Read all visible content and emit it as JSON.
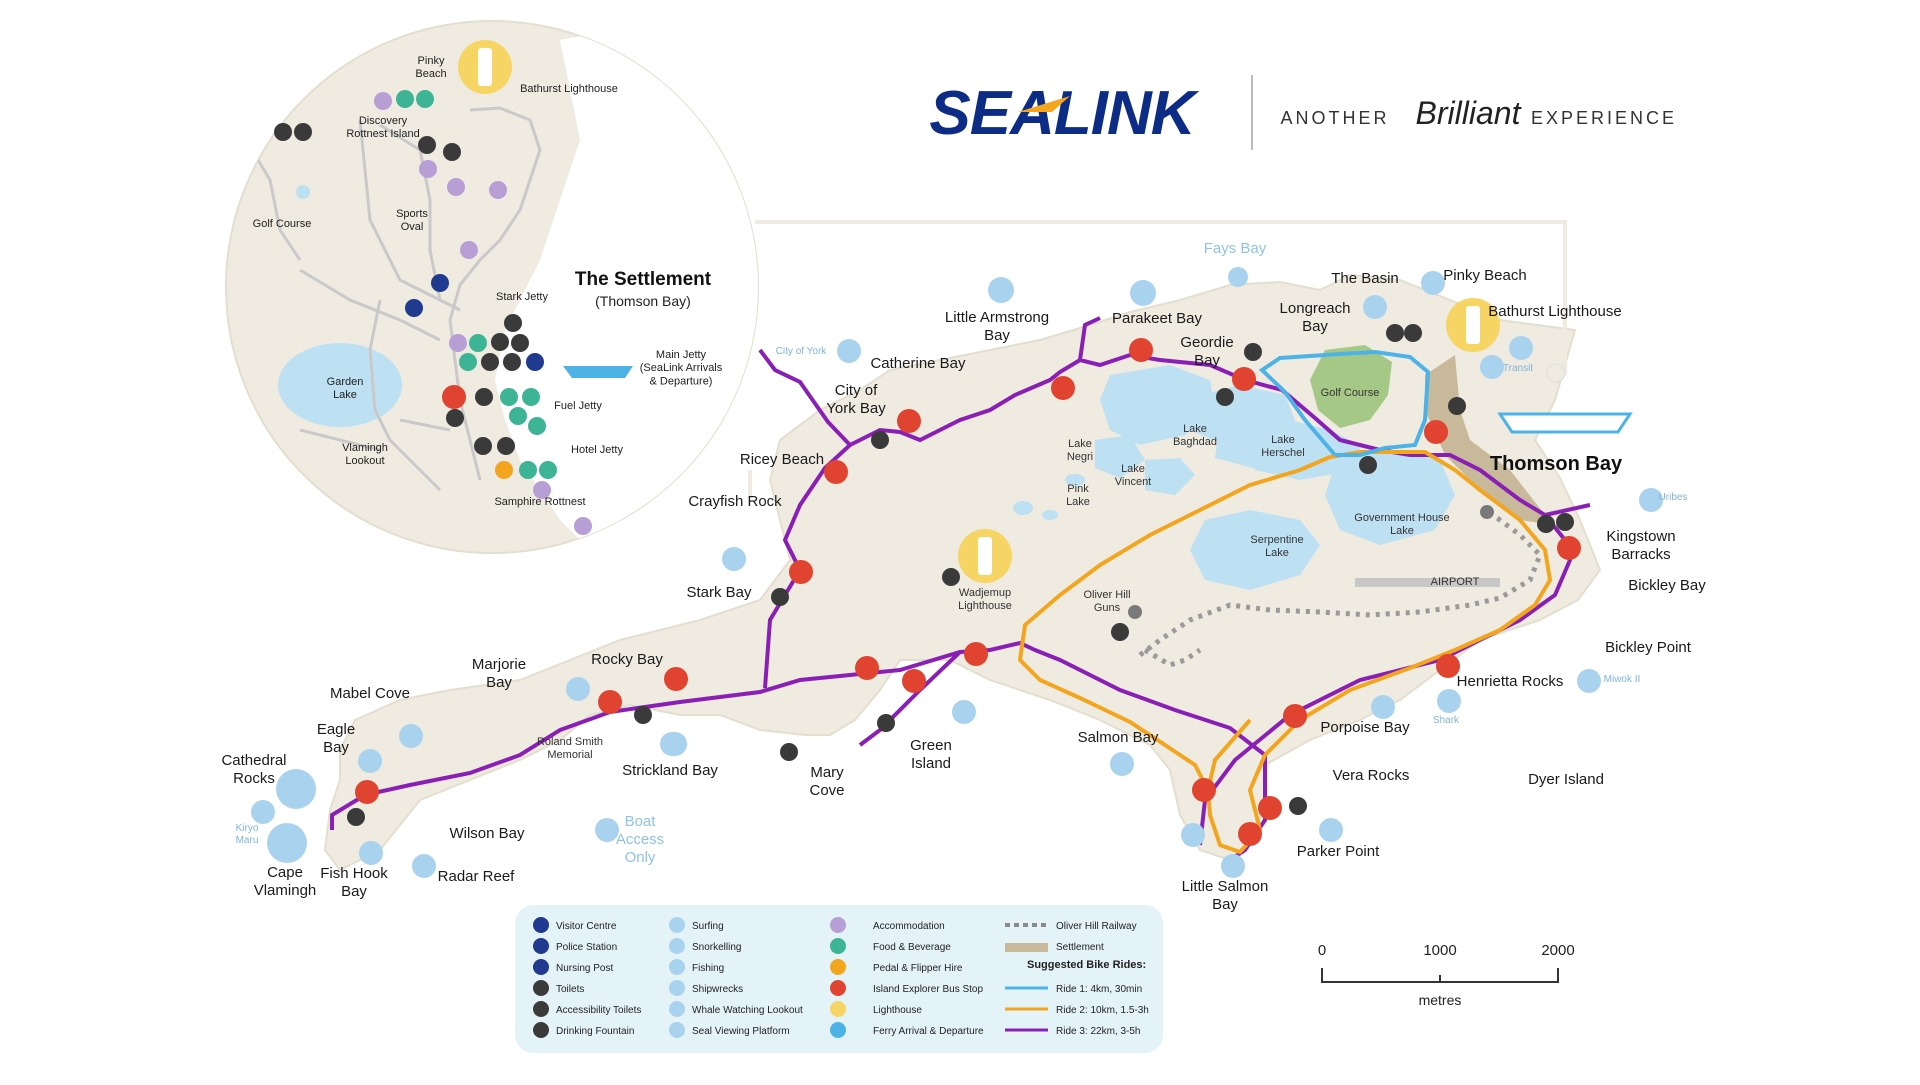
{
  "brand": {
    "logo_text": "SEALINK",
    "tagline_left": "ANOTHER",
    "tagline_script": "Brilliant",
    "tagline_right": "EXPERIENCE",
    "colors": {
      "navy": "#0c2c86",
      "accent": "#f3a51d",
      "land": "#efebe1",
      "water": "#bde0f3"
    }
  },
  "inset": {
    "title": "The Settlement",
    "subtitle": "(Thomson Bay)",
    "labels": [
      {
        "id": "pinky",
        "text": "Pinky\nBeach"
      },
      {
        "id": "bathurst",
        "text": "Bathurst Lighthouse"
      },
      {
        "id": "discovery",
        "text": "Discovery\nRottnest Island"
      },
      {
        "id": "golf",
        "text": "Golf Course"
      },
      {
        "id": "sports",
        "text": "Sports\nOval"
      },
      {
        "id": "stark",
        "text": "Stark Jetty"
      },
      {
        "id": "main",
        "text": "Main Jetty\n(SeaLink Arrivals\n& Departure)"
      },
      {
        "id": "garden",
        "text": "Garden\nLake"
      },
      {
        "id": "fuel",
        "text": "Fuel Jetty"
      },
      {
        "id": "vlamingh",
        "text": "Vlamingh\nLookout"
      },
      {
        "id": "hotel",
        "text": "Hotel Jetty"
      },
      {
        "id": "samphire",
        "text": "Samphire Rottnest"
      }
    ]
  },
  "map": {
    "thomson_bay": "Thomson Bay",
    "labels": [
      {
        "id": "fays",
        "text": "Fays Bay",
        "style": "water"
      },
      {
        "id": "basin",
        "text": "The Basin"
      },
      {
        "id": "pinky",
        "text": "Pinky Beach"
      },
      {
        "id": "bathurst",
        "text": "Bathurst Lighthouse"
      },
      {
        "id": "longreach",
        "text": "Longreach\nBay"
      },
      {
        "id": "geordie",
        "text": "Geordie\nBay"
      },
      {
        "id": "parakeet",
        "text": "Parakeet Bay"
      },
      {
        "id": "armstrong",
        "text": "Little Armstrong\nBay"
      },
      {
        "id": "catherine",
        "text": "Catherine Bay"
      },
      {
        "id": "cityyork",
        "text": "City of\nYork Bay"
      },
      {
        "id": "cityyork_wreck",
        "text": "City of York",
        "style": "small"
      },
      {
        "id": "ricey",
        "text": "Ricey Beach"
      },
      {
        "id": "crayfish",
        "text": "Crayfish Rock"
      },
      {
        "id": "stark",
        "text": "Stark Bay"
      },
      {
        "id": "wadjemup",
        "text": "Wadjemup\nLighthouse",
        "style": "tiny"
      },
      {
        "id": "rocky",
        "text": "Rocky Bay"
      },
      {
        "id": "marjorie",
        "text": "Marjorie\nBay"
      },
      {
        "id": "mabel",
        "text": "Mabel Cove"
      },
      {
        "id": "eagle",
        "text": "Eagle\nBay"
      },
      {
        "id": "cathedral",
        "text": "Cathedral\nRocks"
      },
      {
        "id": "kiryo",
        "text": "Kiryo\nMaru",
        "style": "small"
      },
      {
        "id": "cape",
        "text": "Cape\nVlamingh"
      },
      {
        "id": "fishhook",
        "text": "Fish Hook\nBay"
      },
      {
        "id": "radar",
        "text": "Radar Reef"
      },
      {
        "id": "wilson",
        "text": "Wilson Bay"
      },
      {
        "id": "roland",
        "text": "Roland Smith\nMemorial",
        "style": "tiny"
      },
      {
        "id": "strickland",
        "text": "Strickland Bay"
      },
      {
        "id": "boat",
        "text": "Boat\nAccess\nOnly",
        "style": "water"
      },
      {
        "id": "mary",
        "text": "Mary\nCove"
      },
      {
        "id": "green",
        "text": "Green\nIsland"
      },
      {
        "id": "salmon",
        "text": "Salmon Bay"
      },
      {
        "id": "littlesalmon",
        "text": "Little Salmon\nBay"
      },
      {
        "id": "parker",
        "text": "Parker Point"
      },
      {
        "id": "vera",
        "text": "Vera Rocks"
      },
      {
        "id": "porpoise",
        "text": "Porpoise Bay"
      },
      {
        "id": "dyer",
        "text": "Dyer Island"
      },
      {
        "id": "henrietta",
        "text": "Henrietta Rocks"
      },
      {
        "id": "shark",
        "text": "Shark",
        "style": "small"
      },
      {
        "id": "mirvok",
        "text": "Miwok II",
        "style": "small"
      },
      {
        "id": "bickleypt",
        "text": "Bickley Point"
      },
      {
        "id": "bickleybay",
        "text": "Bickley Bay"
      },
      {
        "id": "kingstown",
        "text": "Kingstown\nBarracks"
      },
      {
        "id": "uribes",
        "text": "Uribes",
        "style": "small"
      },
      {
        "id": "transit",
        "text": "Transit",
        "style": "small"
      },
      {
        "id": "negri",
        "text": "Lake\nNegri",
        "style": "tiny"
      },
      {
        "id": "baghdad",
        "text": "Lake\nBaghdad",
        "style": "tiny"
      },
      {
        "id": "vincent",
        "text": "Lake\nVincent",
        "style": "tiny"
      },
      {
        "id": "herschel",
        "text": "Lake\nHerschel",
        "style": "tiny"
      },
      {
        "id": "pink",
        "text": "Pink\nLake",
        "style": "tiny"
      },
      {
        "id": "golf",
        "text": "Golf Course",
        "style": "tiny"
      },
      {
        "id": "govhouse",
        "text": "Government House\nLake",
        "style": "tiny"
      },
      {
        "id": "serpentine",
        "text": "Serpentine\nLake",
        "style": "tiny"
      },
      {
        "id": "oliver",
        "text": "Oliver Hill\nGuns",
        "style": "tiny"
      },
      {
        "id": "airport",
        "text": "AIRPORT",
        "style": "tiny"
      }
    ]
  },
  "legend": {
    "col1": [
      "Visitor Centre",
      "Police Station",
      "Nursing Post",
      "Toilets",
      "Accessibility Toilets",
      "Drinking Fountain"
    ],
    "col2": [
      "Surfing",
      "Snorkelling",
      "Fishing",
      "Shipwrecks",
      "Whale Watching Lookout",
      "Seal Viewing Platform"
    ],
    "col3": [
      "Accommodation",
      "Food & Beverage",
      "Pedal & Flipper Hire",
      "Island Explorer Bus Stop",
      "Lighthouse",
      "Ferry Arrival & Departure"
    ],
    "col4": [
      "Oliver Hill Railway",
      "Settlement"
    ],
    "rides_title": "Suggested Bike Rides:",
    "rides": [
      {
        "text": "Ride 1: 4km, 30min",
        "color": "#4db3e6"
      },
      {
        "text": "Ride 2: 10km, 1.5-3h",
        "color": "#f3a51d"
      },
      {
        "text": "Ride 3: 22km, 3-5h",
        "color": "#8a1fb5"
      }
    ]
  },
  "scale": {
    "ticks": [
      "0",
      "1000",
      "2000"
    ],
    "unit": "metres"
  }
}
